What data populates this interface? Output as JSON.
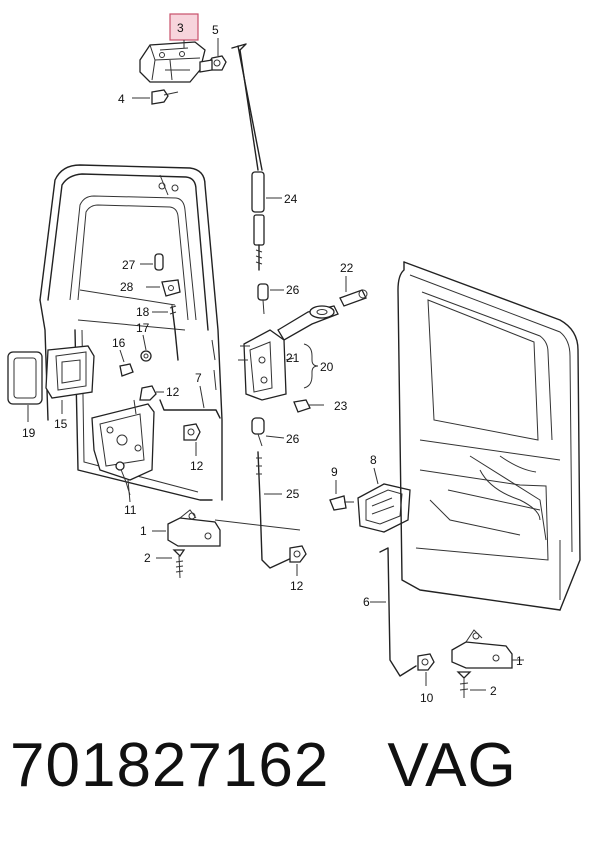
{
  "callouts": [
    {
      "id": "c3",
      "text": "3",
      "highlight": true
    },
    {
      "id": "c5",
      "text": "5"
    },
    {
      "id": "c4",
      "text": "4"
    },
    {
      "id": "c24",
      "text": "24"
    },
    {
      "id": "c27",
      "text": "27"
    },
    {
      "id": "c28",
      "text": "28"
    },
    {
      "id": "c18",
      "text": "18"
    },
    {
      "id": "c17",
      "text": "17"
    },
    {
      "id": "c16",
      "text": "16"
    },
    {
      "id": "c12a",
      "text": "12"
    },
    {
      "id": "c7",
      "text": "7"
    },
    {
      "id": "c19",
      "text": "19"
    },
    {
      "id": "c15",
      "text": "15"
    },
    {
      "id": "c12b",
      "text": "12"
    },
    {
      "id": "c11",
      "text": "11"
    },
    {
      "id": "c26a",
      "text": "26"
    },
    {
      "id": "c22",
      "text": "22"
    },
    {
      "id": "c21",
      "text": "21"
    },
    {
      "id": "c20",
      "text": "20"
    },
    {
      "id": "c23",
      "text": "23"
    },
    {
      "id": "c26b",
      "text": "26"
    },
    {
      "id": "c25",
      "text": "25"
    },
    {
      "id": "c9",
      "text": "9"
    },
    {
      "id": "c8",
      "text": "8"
    },
    {
      "id": "c1a",
      "text": "1"
    },
    {
      "id": "c2a",
      "text": "2"
    },
    {
      "id": "c12c",
      "text": "12"
    },
    {
      "id": "c6",
      "text": "6"
    },
    {
      "id": "c1b",
      "text": "1"
    },
    {
      "id": "c10",
      "text": "10"
    },
    {
      "id": "c2b",
      "text": "2"
    }
  ],
  "part_number": "701827162",
  "brand": "VAG",
  "colors": {
    "highlight_fill": "#f7d4dc",
    "highlight_stroke": "#c8506a",
    "line": "#222222"
  }
}
